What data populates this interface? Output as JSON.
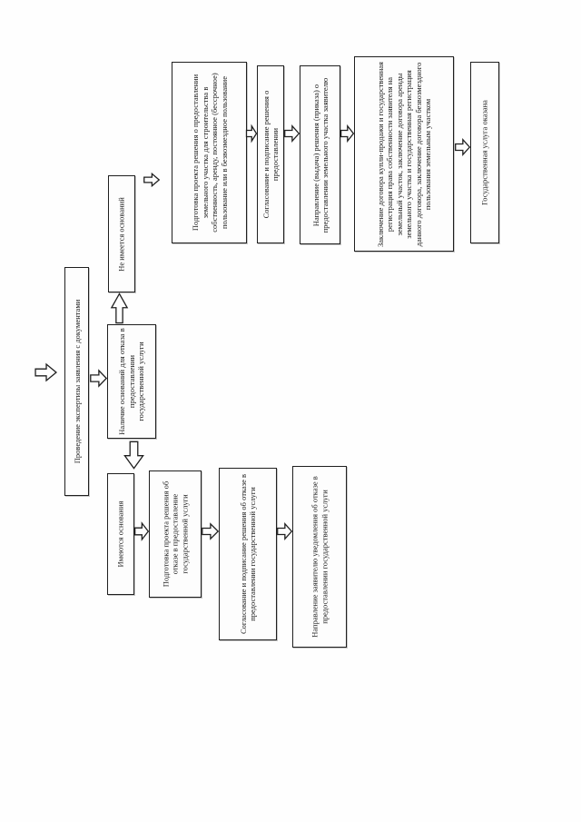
{
  "page": {
    "kind": "scanned flowchart page",
    "language": "ru",
    "ink_color": "#1f1f1f",
    "paper_color": "#fefefe",
    "text_orientation": "rotated-90-ccw"
  },
  "diagram": {
    "nodes": {
      "conduct_examination": {
        "text": "Проведение экспертизы заявления с документами"
      },
      "grounds_check": {
        "text": "Наличие оснований для отказа в предоставлении государственной услуги"
      },
      "no_grounds": {
        "text": "Не имеется оснований"
      },
      "prepare_provision_draft": {
        "text": "Подготовка проекта решения о предоставлении земельного участка для строительства в собственность, аренду, постоянное (бессрочное) пользование или в безвозмездное пользование"
      },
      "approve_sign_provision": {
        "text": "Согласование и подписание решения о предоставлении"
      },
      "send_decision": {
        "text": "Направление (выдача) решения (приказа) о предоставлении земельного участка заявителю"
      },
      "conclude_contracts": {
        "text": "Заключение договора купли-продажи и государственная регистрация права собственности заявителя на земельный участок, заключение договора аренды земельного участка и государственная регистрация данного договора, заключение договора безвозмездного пользования земельным участком"
      },
      "service_provided": {
        "text": "Государственная услуга оказана"
      },
      "grounds_exist": {
        "text": "Имеются основания"
      },
      "prepare_refusal_draft": {
        "text": "Подготовка проекта решения об отказе в предоставление государственной услуги"
      },
      "approve_sign_refusal": {
        "text": "Согласование и подписание решения об отказе в предоставлении государственной услуги"
      },
      "send_refusal_notice": {
        "text": "Направление заявителю уведомления об отказе в предоставлении государственной услуги"
      }
    },
    "edges": [
      {
        "from": "(previous step)",
        "to": "conduct_examination",
        "direction": "right"
      },
      {
        "from": "conduct_examination",
        "to": "grounds_check",
        "direction": "right"
      },
      {
        "from": "grounds_check",
        "to": "no_grounds",
        "direction": "up"
      },
      {
        "from": "no_grounds",
        "to": "prepare_provision_draft",
        "direction": "right"
      },
      {
        "from": "prepare_provision_draft",
        "to": "approve_sign_provision",
        "direction": "right"
      },
      {
        "from": "approve_sign_provision",
        "to": "send_decision",
        "direction": "right"
      },
      {
        "from": "send_decision",
        "to": "conclude_contracts",
        "direction": "right"
      },
      {
        "from": "conclude_contracts",
        "to": "service_provided",
        "direction": "right"
      },
      {
        "from": "grounds_check",
        "to": "grounds_exist",
        "direction": "down"
      },
      {
        "from": "grounds_exist",
        "to": "prepare_refusal_draft",
        "direction": "right"
      },
      {
        "from": "prepare_refusal_draft",
        "to": "approve_sign_refusal",
        "direction": "right"
      },
      {
        "from": "approve_sign_refusal",
        "to": "send_refusal_notice",
        "direction": "right"
      }
    ]
  }
}
